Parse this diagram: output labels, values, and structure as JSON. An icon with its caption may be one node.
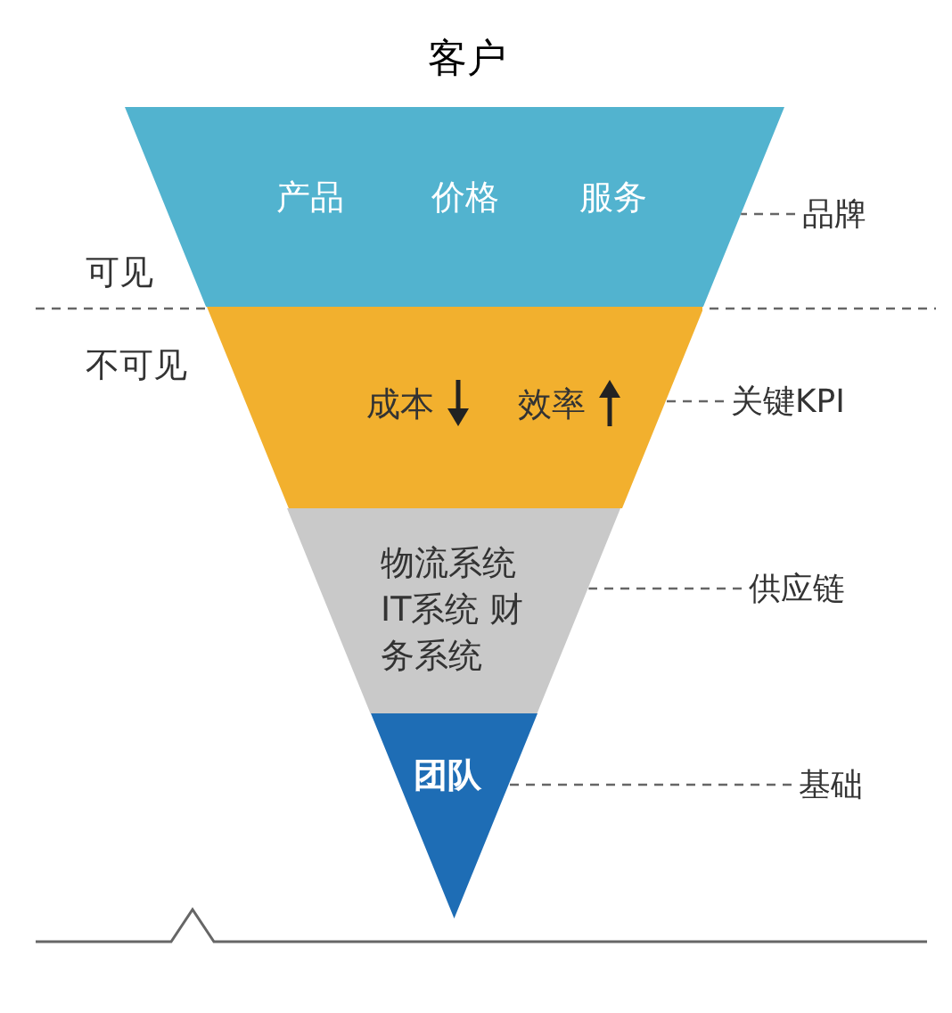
{
  "diagram": {
    "title": "客户",
    "nodes": [
      {
        "text": [
          "产品",
          "价格",
          "服务"
        ]
      },
      {
        "text": [
          "成本",
          "效率"
        ]
      },
      {
        "text": [
          "物流系统 IT系统 财务系统"
        ]
      },
      {
        "text": [
          "团队"
        ]
      },
      {
        "text": [
          "品牌"
        ]
      },
      {
        "text": [
          "关键KPI"
        ]
      },
      {
        "text": [
          "供应链"
        ]
      },
      {
        "text": [
          "基础"
        ]
      }
    ],
    "edges": [
      {
        "from": 4,
        "to": 0,
        "arrow": "none",
        "style": "dashed"
      },
      {
        "from": 5,
        "to": 1,
        "arrow": "none",
        "style": "dashed"
      },
      {
        "from": 6,
        "to": 2,
        "arrow": "none",
        "style": "dashed"
      },
      {
        "from": 7,
        "to": 3,
        "arrow": "none",
        "style": "dashed"
      }
    ],
    "labels": [
      "可见",
      "不可见"
    ]
  }
}
